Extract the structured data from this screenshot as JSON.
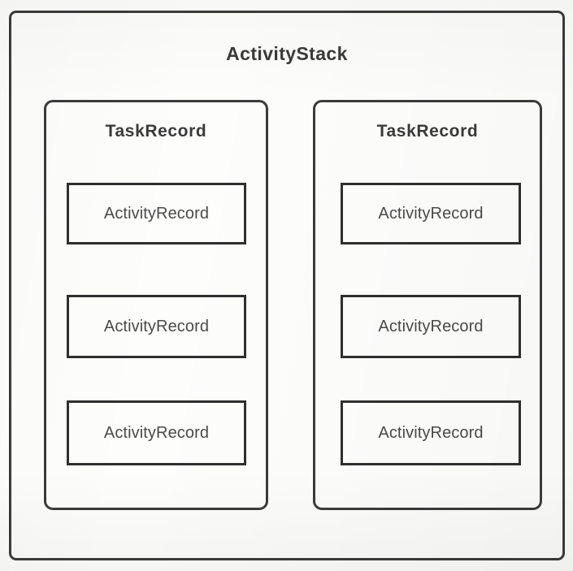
{
  "diagram": {
    "title": "ActivityStack",
    "background_color": "#fdfdfc",
    "line_color": "#3b3b3b",
    "text_color": "#3a3a3a",
    "containers": [
      {
        "label": "TaskRecord",
        "items": [
          {
            "label": "ActivityRecord"
          },
          {
            "label": "ActivityRecord"
          },
          {
            "label": "ActivityRecord"
          }
        ]
      },
      {
        "label": "TaskRecord",
        "items": [
          {
            "label": "ActivityRecord"
          },
          {
            "label": "ActivityRecord"
          },
          {
            "label": "ActivityRecord"
          }
        ]
      }
    ]
  }
}
